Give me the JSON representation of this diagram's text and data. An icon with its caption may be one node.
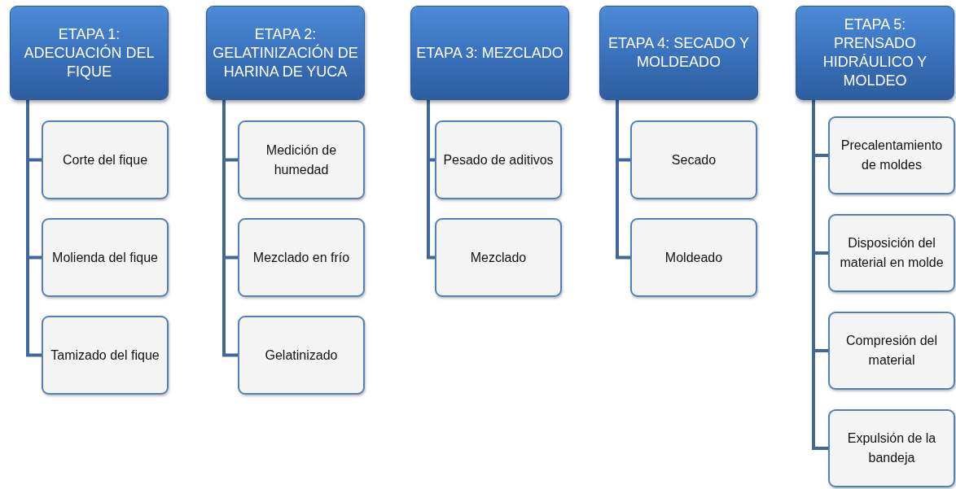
{
  "diagram": {
    "nodes": [
      {
        "text": [
          "ETAPA 1: ADECUACIÓN DEL FIQUE"
        ]
      },
      {
        "text": [
          "Corte del fique"
        ]
      },
      {
        "text": [
          "Molienda del fique"
        ]
      },
      {
        "text": [
          "Tamizado del fique"
        ]
      },
      {
        "text": [
          "ETAPA 2: GELATINIZACIÓN DE HARINA DE YUCA"
        ]
      },
      {
        "text": [
          "Medición de humedad"
        ]
      },
      {
        "text": [
          "Mezclado en frío"
        ]
      },
      {
        "text": [
          "Gelatinizado"
        ]
      },
      {
        "text": [
          "ETAPA 3: MEZCLADO"
        ]
      },
      {
        "text": [
          "Pesado de aditivos"
        ]
      },
      {
        "text": [
          "Mezclado"
        ]
      },
      {
        "text": [
          "ETAPA 4: SECADO Y MOLDEADO"
        ]
      },
      {
        "text": [
          "Secado"
        ]
      },
      {
        "text": [
          "Moldeado"
        ]
      },
      {
        "text": [
          "ETAPA 5: PRENSADO HIDRÁULICO Y MOLDEO"
        ]
      },
      {
        "text": [
          "Precalentamiento de moldes"
        ]
      },
      {
        "text": [
          "Disposición del material en molde"
        ]
      },
      {
        "text": [
          "Compresión del material"
        ]
      },
      {
        "text": [
          "Expulsión de la bandeja"
        ]
      }
    ],
    "edges": [
      {
        "from": 0,
        "to": 1,
        "arrow": "none"
      },
      {
        "from": 0,
        "to": 2,
        "arrow": "none"
      },
      {
        "from": 0,
        "to": 3,
        "arrow": "none"
      },
      {
        "from": 4,
        "to": 5,
        "arrow": "none"
      },
      {
        "from": 4,
        "to": 6,
        "arrow": "none"
      },
      {
        "from": 4,
        "to": 7,
        "arrow": "none"
      },
      {
        "from": 8,
        "to": 9,
        "arrow": "none"
      },
      {
        "from": 8,
        "to": 10,
        "arrow": "none"
      },
      {
        "from": 11,
        "to": 12,
        "arrow": "none"
      },
      {
        "from": 11,
        "to": 13,
        "arrow": "none"
      },
      {
        "from": 14,
        "to": 15,
        "arrow": "none"
      },
      {
        "from": 14,
        "to": 16,
        "arrow": "none"
      },
      {
        "from": 14,
        "to": 17,
        "arrow": "none"
      },
      {
        "from": 14,
        "to": 18,
        "arrow": "none"
      }
    ]
  }
}
